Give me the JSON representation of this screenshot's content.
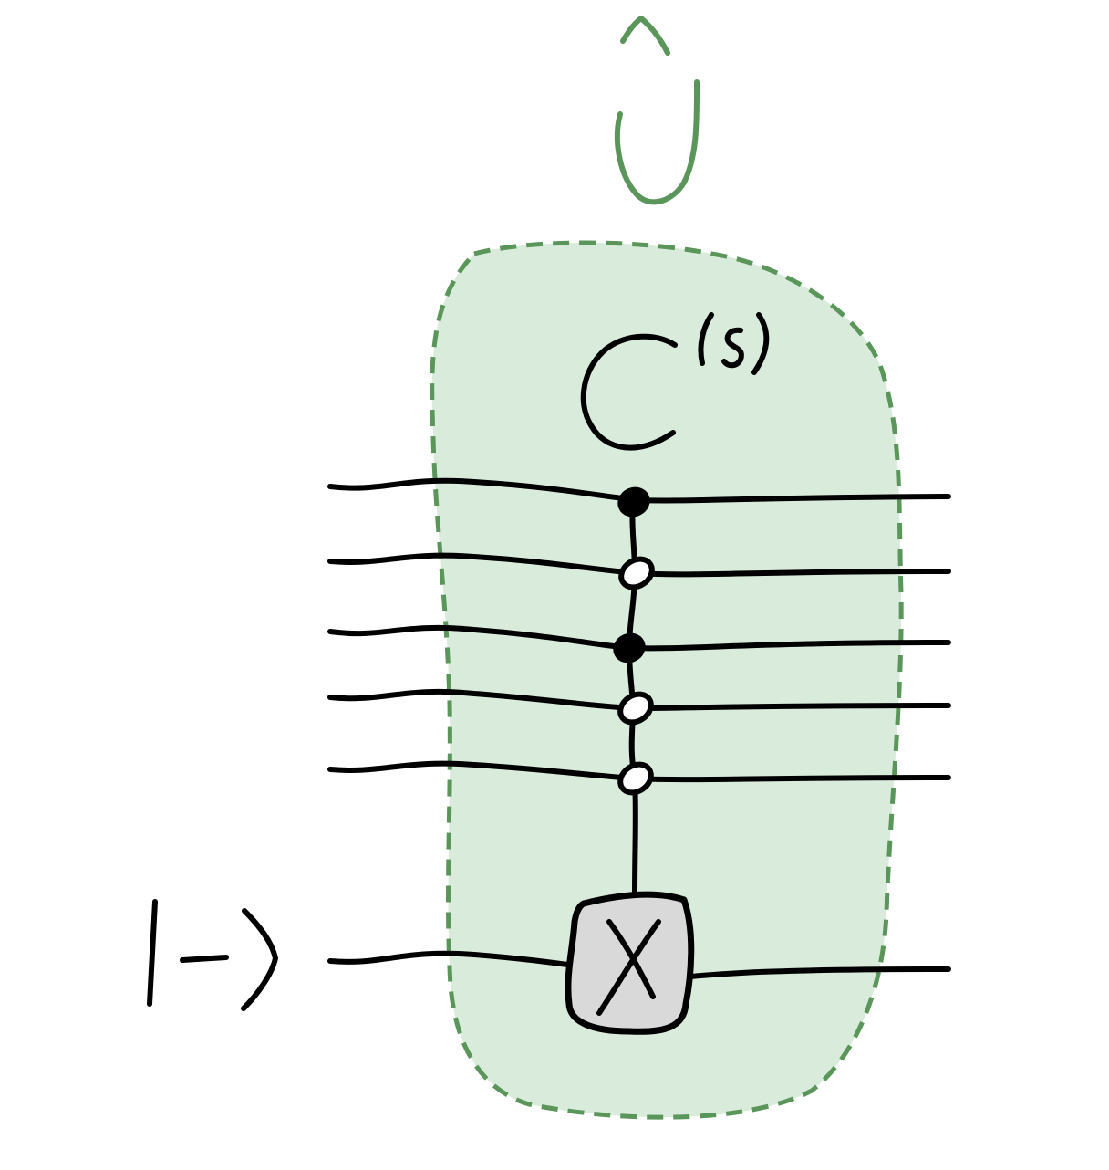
{
  "operator_label": "Û",
  "gate_label": "C(s)",
  "ancilla_label": "|−⟩",
  "target_gate_label": "X",
  "controls": [
    "filled",
    "open",
    "filled",
    "open",
    "open"
  ],
  "colors": {
    "region_fill": "#d9ecdb",
    "region_border": "#5a955a",
    "label_green": "#5a955a",
    "wire": "#000000",
    "gate_fill": "#d9d9d9"
  }
}
